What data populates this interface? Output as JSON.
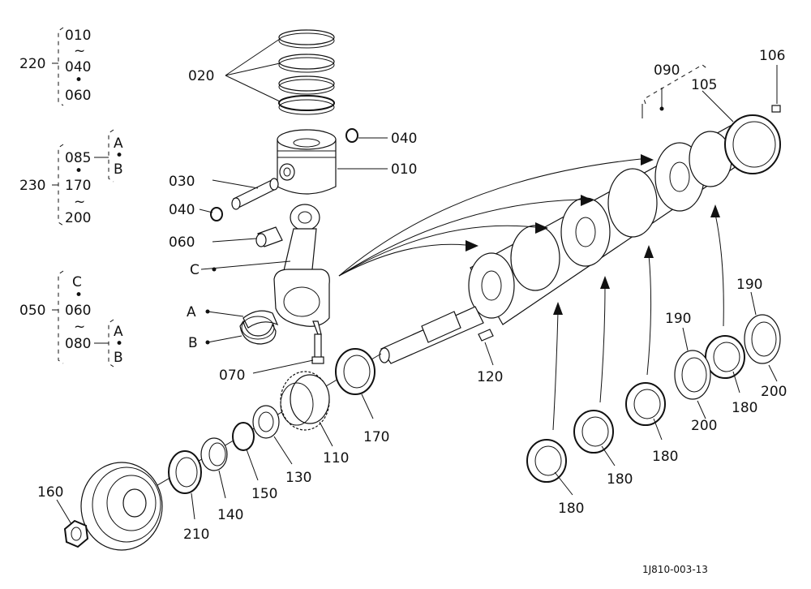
{
  "groups": {
    "g220": {
      "id": "220",
      "from": "010",
      "tilde": "~",
      "mid": "040",
      "dot": "•",
      "to": "060"
    },
    "g230": {
      "id": "230",
      "from": "085",
      "dot": "•",
      "mid": "170",
      "tilde": "~",
      "to": "200",
      "sub_a": "A",
      "sub_dot": "•",
      "sub_b": "B"
    },
    "g050": {
      "id": "050",
      "from": "C",
      "dot": "•",
      "mid": "060",
      "tilde": "~",
      "to": "080",
      "sub_a": "A",
      "sub_dot": "•",
      "sub_b": "B"
    }
  },
  "callouts": {
    "c020": "020",
    "c040a": "040",
    "c010": "010",
    "c030": "030",
    "c040b": "040",
    "c060": "060",
    "cC": "C",
    "cA": "A",
    "cB": "B",
    "c070": "070",
    "c090": "090",
    "c105": "105",
    "c106": "106",
    "c120": "120",
    "c170": "170",
    "c110": "110",
    "c130": "130",
    "c150": "150",
    "c140": "140",
    "c210": "210",
    "c160": "160",
    "c180a": "180",
    "c180b": "180",
    "c180c": "180",
    "c180d": "180",
    "c190a": "190",
    "c190b": "190",
    "c200a": "200",
    "c200b": "200"
  },
  "footer": {
    "code": "1J810-003-13"
  }
}
